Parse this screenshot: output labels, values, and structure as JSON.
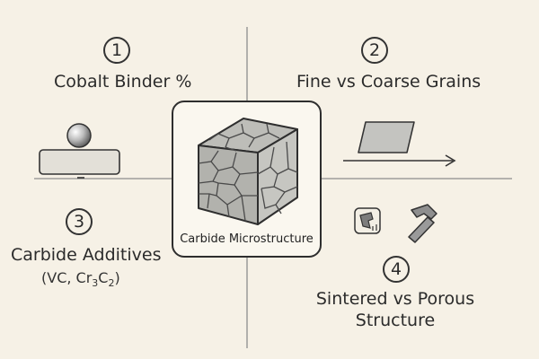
{
  "quadrants": [
    {
      "number": "1",
      "label": "Cobalt Binder %"
    },
    {
      "number": "2",
      "label": "Fine vs Coarse Grains"
    },
    {
      "number": "3",
      "label": "Carbide Additives",
      "sub_prefix": "(VC, Cr",
      "sub_a": "3",
      "sub_mid": "C",
      "sub_b": "2",
      "sub_suffix": ")"
    },
    {
      "number": "4",
      "label_line1": "Sintered vs Porous",
      "label_line2": "Structure"
    }
  ],
  "center": {
    "caption": "Carbide Microstructure"
  },
  "icons": {
    "q1": "ball-on-block-icon",
    "q2_shape": "grain-tile-icon",
    "q2_arrow": "arrow-right-icon",
    "q3_broken": "broken-fragment-icon",
    "q3_hammer": "hammer-icon",
    "center": "microstructure-cube-icon"
  },
  "colors": {
    "background": "#f6f1e6",
    "line": "#8c8c8c",
    "stroke": "#2e2e2e",
    "fill_gray": "#c9c9c4"
  }
}
